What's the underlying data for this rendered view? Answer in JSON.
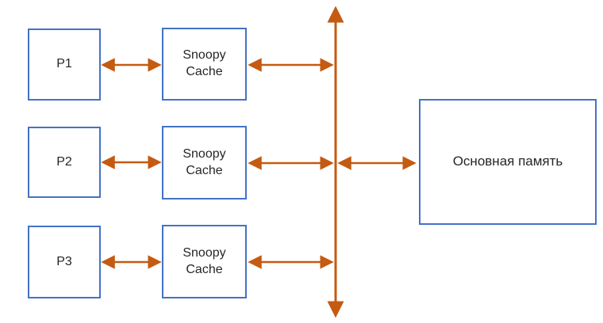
{
  "colors": {
    "box_border": "#4472C4",
    "arrow": "#C55A11",
    "text": "#262626",
    "background": "#ffffff"
  },
  "nodes": {
    "p1": {
      "label": "P1"
    },
    "cache1": {
      "label": "Snoopy Cache"
    },
    "p2": {
      "label": "P2"
    },
    "cache2": {
      "label": "Snoopy Cache"
    },
    "p3": {
      "label": "P3"
    },
    "cache3": {
      "label": "Snoopy Cache"
    },
    "memory": {
      "label": "Основная память"
    }
  },
  "edges": [
    {
      "from": "p1",
      "to": "cache1",
      "bidirectional": true
    },
    {
      "from": "cache1",
      "to": "bus",
      "bidirectional": true
    },
    {
      "from": "p2",
      "to": "cache2",
      "bidirectional": true
    },
    {
      "from": "cache2",
      "to": "bus",
      "bidirectional": true
    },
    {
      "from": "bus",
      "to": "memory",
      "bidirectional": true
    },
    {
      "from": "p3",
      "to": "cache3",
      "bidirectional": true
    },
    {
      "from": "cache3",
      "to": "bus",
      "bidirectional": true
    }
  ],
  "bus": {
    "orientation": "vertical",
    "arrowheads_both_ends": true
  }
}
